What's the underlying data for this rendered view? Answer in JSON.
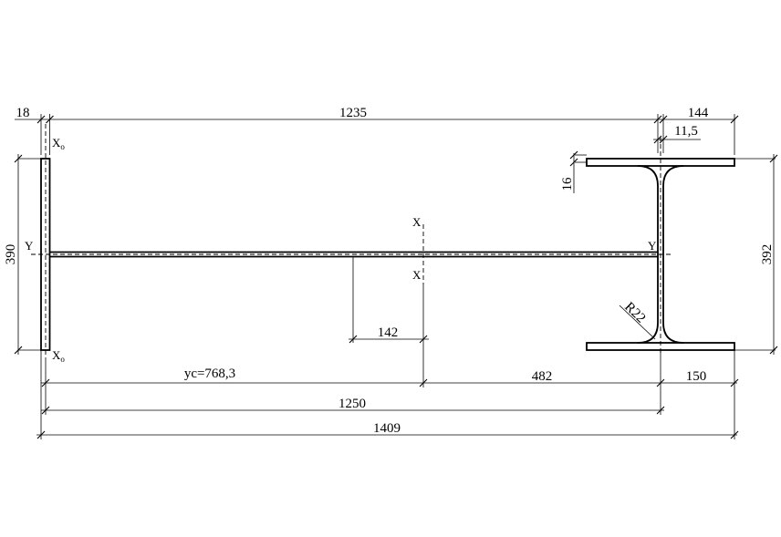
{
  "dimensions": {
    "left_flange_thickness": "18",
    "web_length": "1235",
    "right_half_flange": "144",
    "right_web_thickness": "11,5",
    "right_flange_thickness": "16",
    "left_height": "390",
    "right_height": "392",
    "fillet_radius": "R22",
    "stiffener_offset": "142",
    "centroid": "yc=768,3",
    "centroid_to_right_web": "482",
    "right_half_width": "150",
    "length_to_right_web": "1250",
    "overall_length": "1409"
  },
  "axes": {
    "x_label": "X",
    "y_label": "Y",
    "x0_label": "X",
    "x0_subscript": "o"
  }
}
